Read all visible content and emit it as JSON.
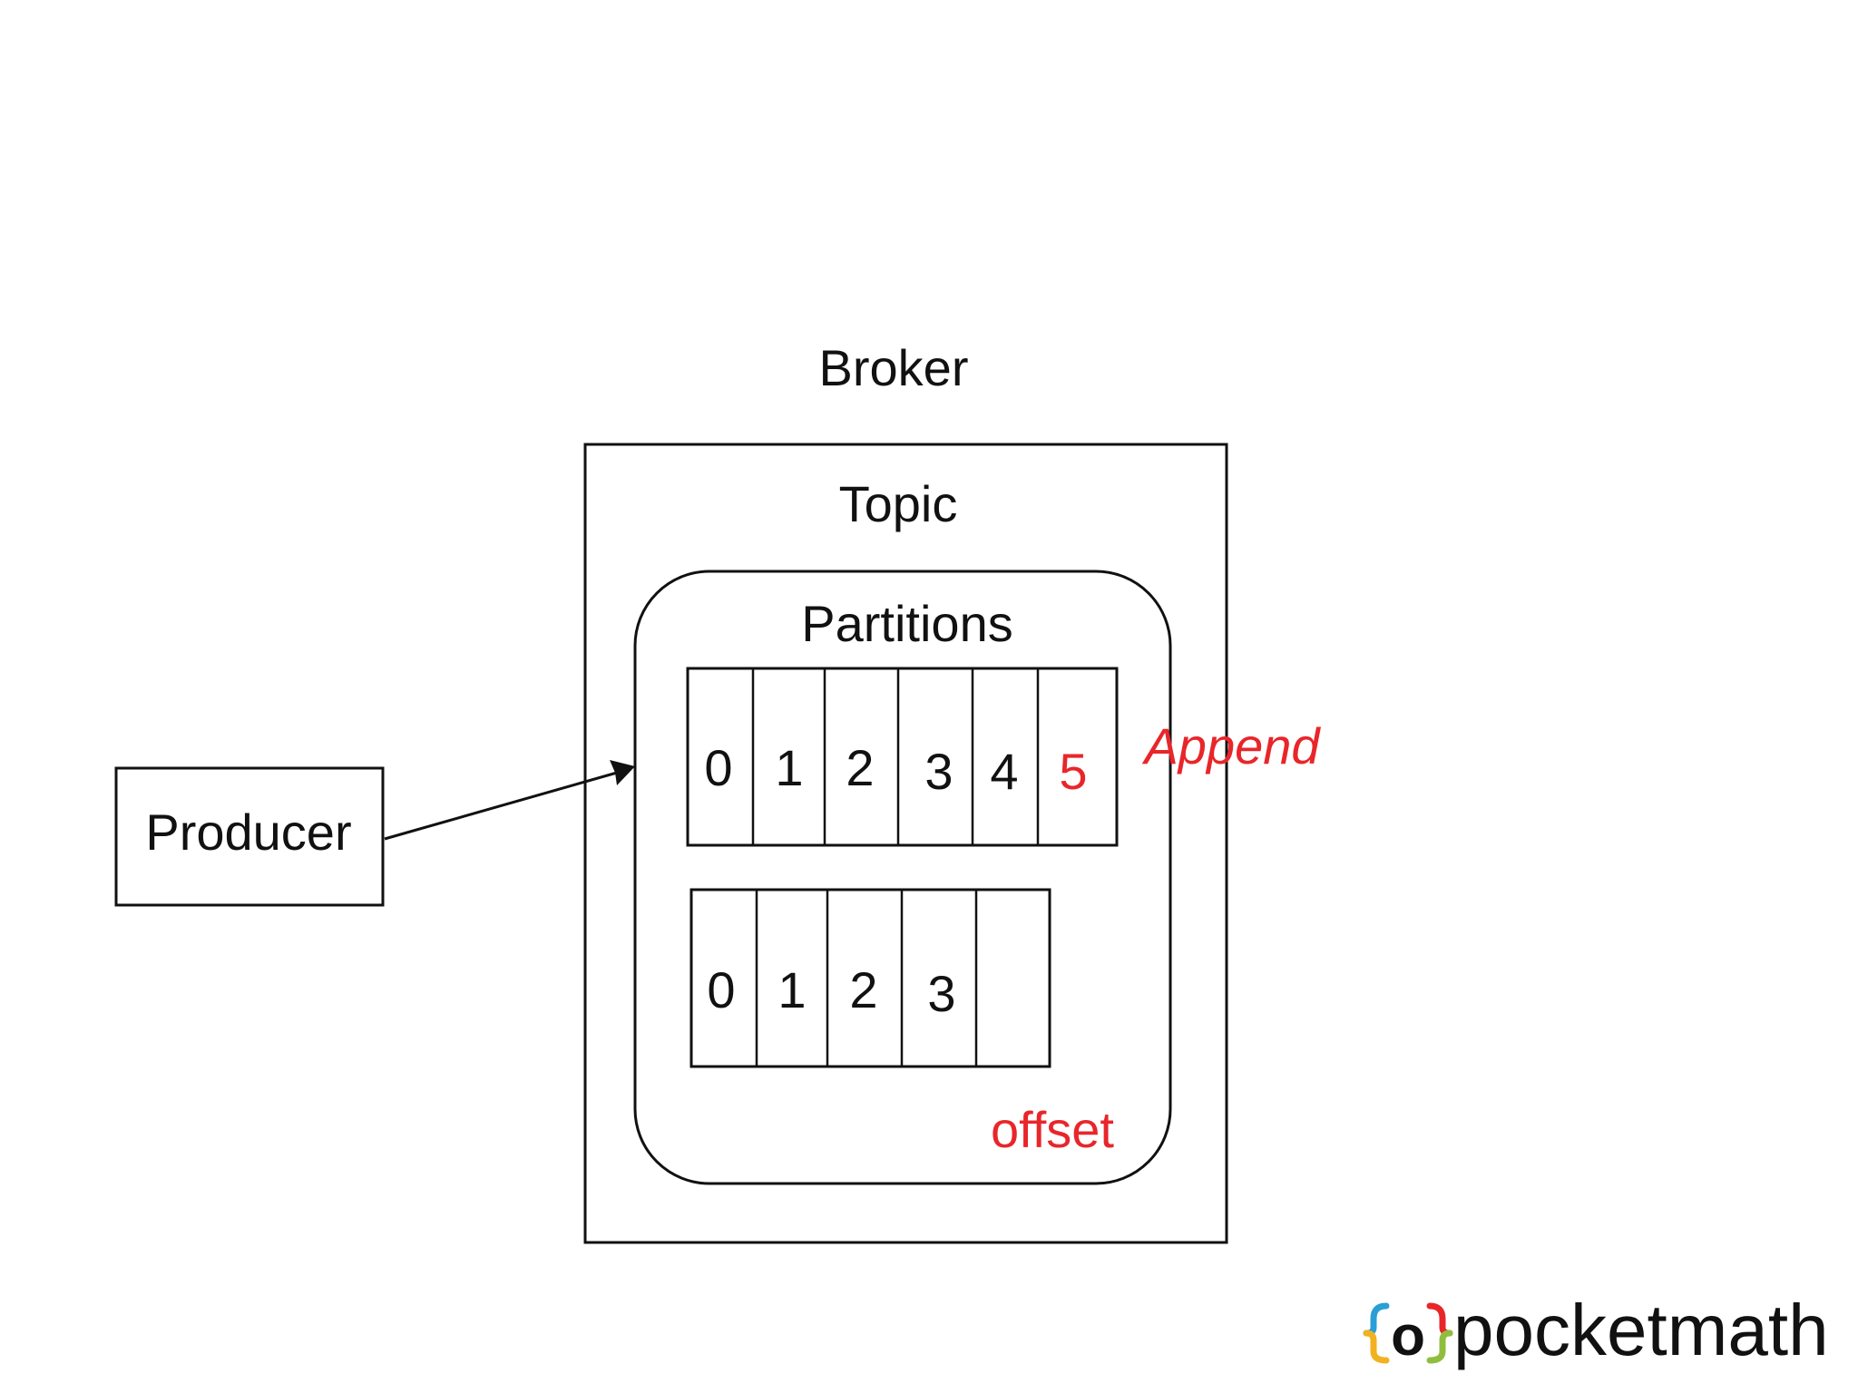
{
  "colors": {
    "stroke": "#111111",
    "text": "#111111",
    "highlight": "#e8262a",
    "logo_text": "#111111",
    "logo_brace_left_top": "#2a9fd6",
    "logo_brace_left_bottom": "#f2b11e",
    "logo_brace_right_top": "#e8262a",
    "logo_brace_right_bottom": "#8fbe3f"
  },
  "broker": {
    "title": "Broker"
  },
  "topic": {
    "title": "Topic"
  },
  "partitions": {
    "title": "Partitions",
    "rows": [
      {
        "cells": [
          "0",
          "1",
          "2",
          "3",
          "4",
          "5"
        ],
        "highlight_index": 5
      },
      {
        "cells": [
          "0",
          "1",
          "2",
          "3",
          ""
        ]
      }
    ],
    "append_label": "Append",
    "offset_label": "offset"
  },
  "producer": {
    "label": "Producer"
  },
  "logo": {
    "text": "pocketmath",
    "mark": "o"
  }
}
